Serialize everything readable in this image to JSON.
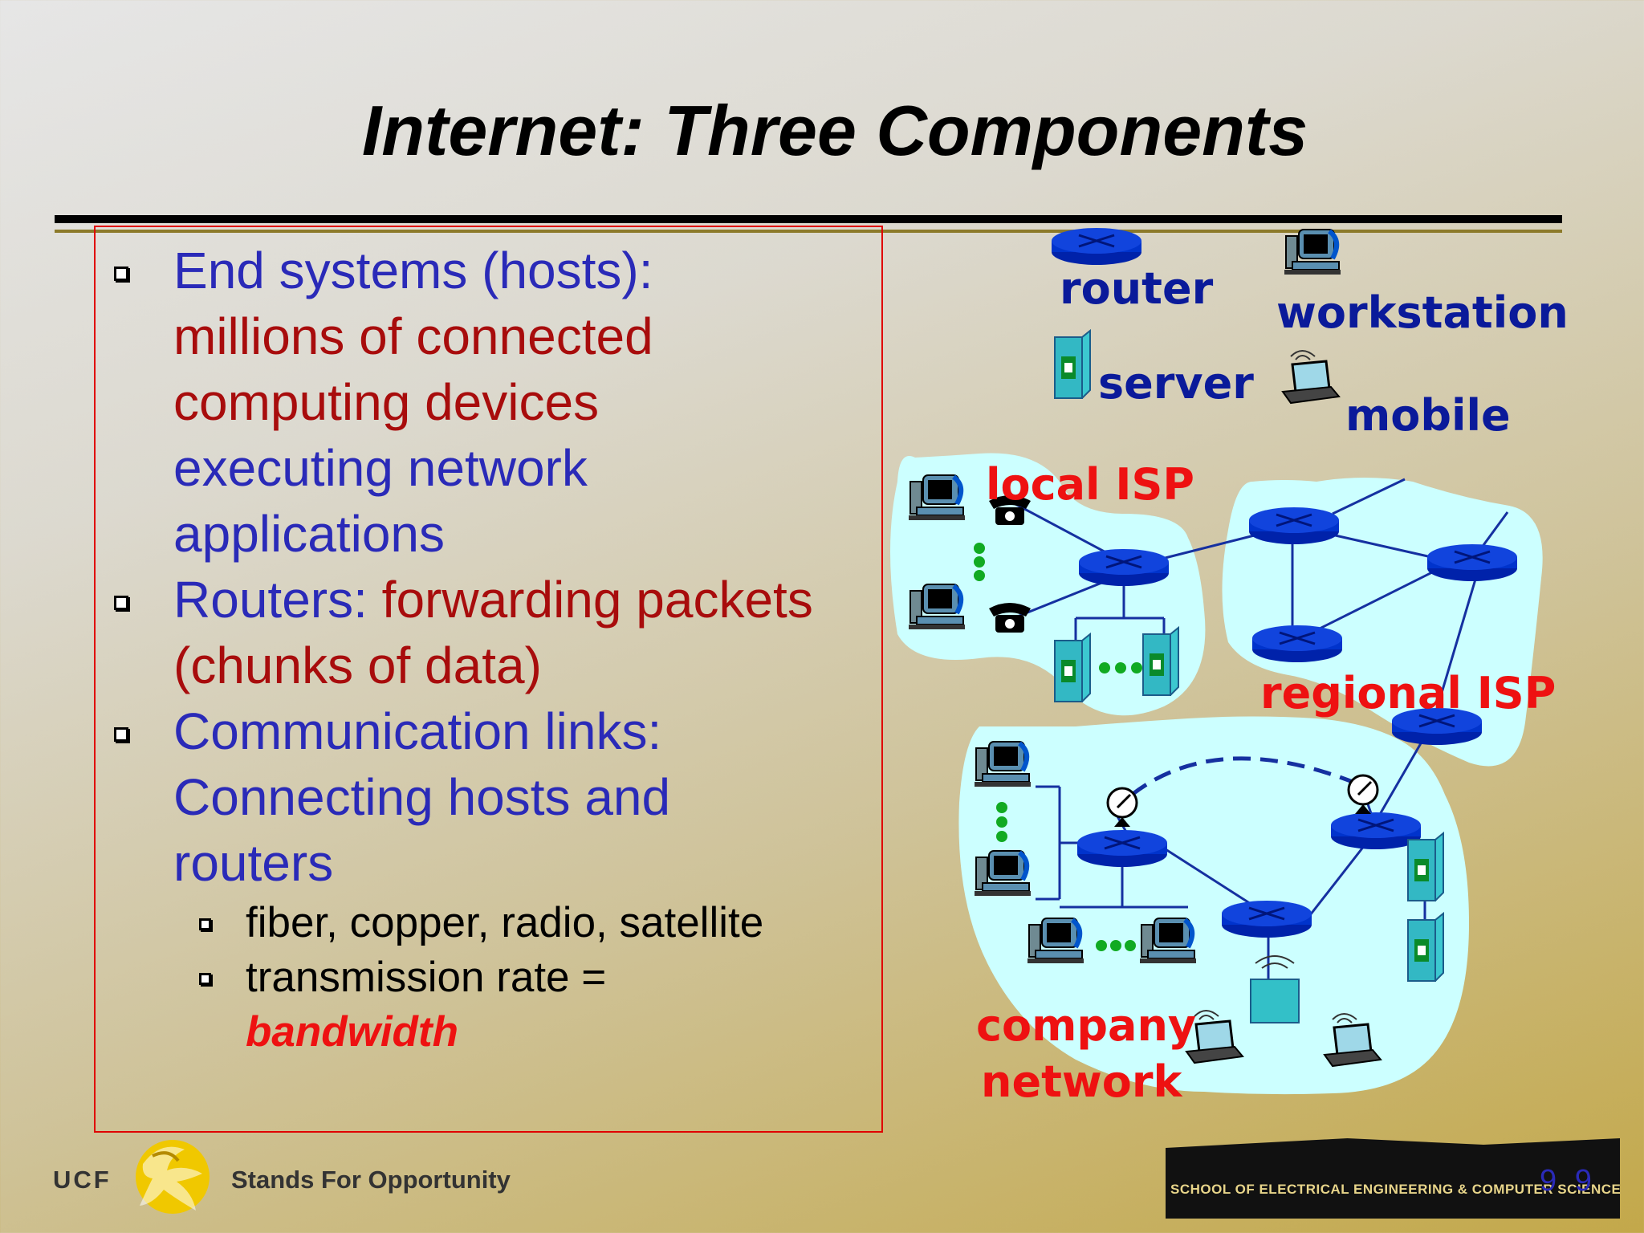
{
  "title": "Internet: Three Components",
  "bullets": {
    "b1": {
      "lines": [
        [
          {
            "t": "End systems (hosts):",
            "c": "blue"
          }
        ],
        [
          {
            "t": "millions of connected",
            "c": "red"
          }
        ],
        [
          {
            "t": "computing devices",
            "c": "red"
          }
        ],
        [
          {
            "t": "executing network",
            "c": "blue"
          }
        ],
        [
          {
            "t": "applications",
            "c": "blue"
          }
        ]
      ]
    },
    "b2": {
      "line1_a": "Routers: ",
      "line1_b": "forwarding packets",
      "line2": "(chunks of data)"
    },
    "b3": {
      "line1": "Communication links:",
      "line2": "Connecting hosts and",
      "line3": "routers"
    },
    "sub1": "fiber, copper, radio, satellite",
    "sub2": "transmission rate =",
    "sub2_emph": "bandwidth"
  },
  "legend": {
    "router": "router",
    "workstation": "workstation",
    "server": "server",
    "mobile": "mobile"
  },
  "regions": {
    "local_isp": "local ISP",
    "regional_isp": "regional ISP",
    "company_line1": "company",
    "company_line2": "network"
  },
  "footer": {
    "logo": "UCF",
    "tagline": "Stands For Opportunity",
    "school": "SCHOOL OF ELECTRICAL ENGINEERING & COMPUTER SCIENCE",
    "page": "9 9"
  },
  "colors": {
    "heading_blue": "#2a2ab8",
    "dark_red": "#a80c0c",
    "label_red": "#ee1111",
    "router_blue": "#0033cc",
    "cloud": "#ccffff"
  }
}
